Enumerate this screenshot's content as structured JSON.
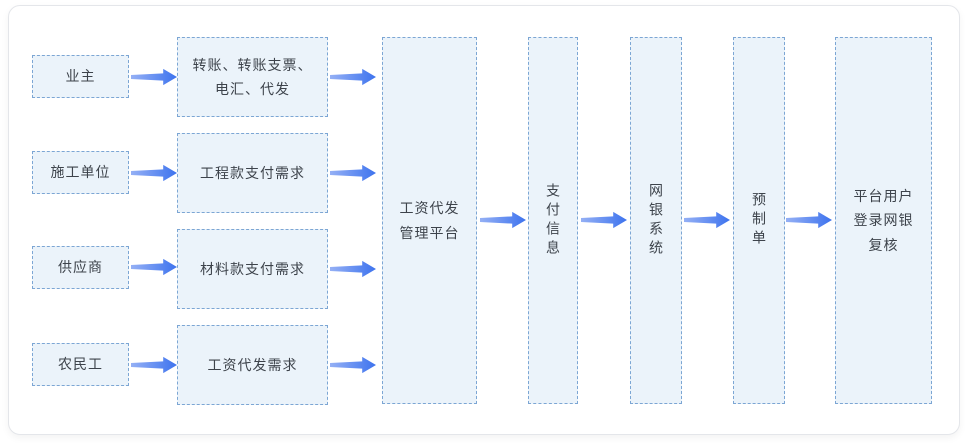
{
  "diagram": {
    "type": "flowchart",
    "theme": {
      "node_fill": "#EBF3FA",
      "node_border": "#7CA6D4",
      "arrow_color_start": "#95B0F5",
      "arrow_color_end": "#3D73EE",
      "text_color": "#3D434B",
      "card_border": "#E4E6EA"
    },
    "nodes": {
      "owner": "业主",
      "contractor": "施工单位",
      "supplier": "供应商",
      "migrant_worker": "农民工",
      "transfer_methods": "转账、转账支票、\n电汇、代发",
      "project_payment_demand": "工程款支付需求",
      "material_payment_demand": "材料款支付需求",
      "salary_distribution_demand": "工资代发需求",
      "salary_platform": "工资代发\n管理平台",
      "payment_info": "支付信息",
      "ebank_system": "网银系统",
      "prefabricated_order": "预制单",
      "platform_user_review": "平台用户\n登录网银\n复核"
    },
    "edges": [
      {
        "from": "owner",
        "to": "transfer_methods"
      },
      {
        "from": "contractor",
        "to": "project_payment_demand"
      },
      {
        "from": "supplier",
        "to": "material_payment_demand"
      },
      {
        "from": "migrant_worker",
        "to": "salary_distribution_demand"
      },
      {
        "from": "transfer_methods",
        "to": "salary_platform"
      },
      {
        "from": "project_payment_demand",
        "to": "salary_platform"
      },
      {
        "from": "material_payment_demand",
        "to": "salary_platform"
      },
      {
        "from": "salary_distribution_demand",
        "to": "salary_platform"
      },
      {
        "from": "salary_platform",
        "to": "payment_info"
      },
      {
        "from": "payment_info",
        "to": "ebank_system"
      },
      {
        "from": "ebank_system",
        "to": "prefabricated_order"
      },
      {
        "from": "prefabricated_order",
        "to": "platform_user_review"
      }
    ]
  }
}
